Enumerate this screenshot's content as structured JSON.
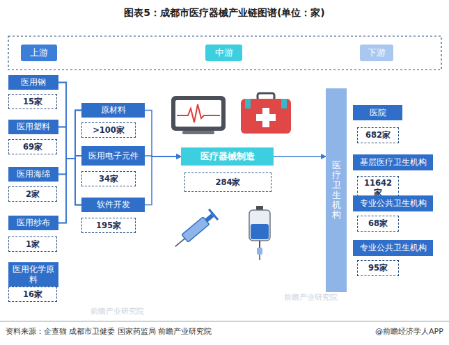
{
  "diagram": {
    "title": "图表5：成都市医疗器械产业链图谱(单位：家)",
    "nodes": [
      {
        "text": [
          "上游"
        ]
      },
      {
        "text": [
          "中游"
        ]
      },
      {
        "text": [
          "下游"
        ]
      },
      {
        "text": [
          "医用钢"
        ]
      },
      {
        "text": [
          "15家"
        ]
      },
      {
        "text": [
          "医用塑料"
        ]
      },
      {
        "text": [
          "69家"
        ]
      },
      {
        "text": [
          "医用海绵"
        ]
      },
      {
        "text": [
          "2家"
        ]
      },
      {
        "text": [
          "医用纱布"
        ]
      },
      {
        "text": [
          "1家"
        ]
      },
      {
        "text": [
          "医用化学原料"
        ]
      },
      {
        "text": [
          "16家"
        ]
      },
      {
        "text": [
          "原材料"
        ]
      },
      {
        "text": [
          ">100家"
        ]
      },
      {
        "text": [
          "医用电子元件"
        ]
      },
      {
        "text": [
          "34家"
        ]
      },
      {
        "text": [
          "软件开发"
        ]
      },
      {
        "text": [
          "195家"
        ]
      },
      {
        "text": [
          "医疗器械制造"
        ]
      },
      {
        "text": [
          "284家"
        ]
      },
      {
        "text": [
          "医疗卫生机构"
        ]
      },
      {
        "text": [
          "医院"
        ]
      },
      {
        "text": [
          "682家"
        ]
      },
      {
        "text": [
          "基层医疗卫生机构"
        ]
      },
      {
        "text": [
          "11642家"
        ]
      },
      {
        "text": [
          "专业公共卫生机构"
        ]
      },
      {
        "text": [
          "68家"
        ]
      },
      {
        "text": [
          "专业公共卫生机构"
        ]
      },
      {
        "text": [
          "95家"
        ]
      }
    ],
    "edges": [
      {
        "from": 3,
        "to": 13,
        "arrow": "none"
      },
      {
        "from": 3,
        "to": 15,
        "arrow": "none"
      },
      {
        "from": 3,
        "to": 17,
        "arrow": "none"
      },
      {
        "from": 5,
        "to": 13,
        "arrow": "none"
      },
      {
        "from": 5,
        "to": 15,
        "arrow": "none"
      },
      {
        "from": 5,
        "to": 17,
        "arrow": "none"
      },
      {
        "from": 7,
        "to": 13,
        "arrow": "none"
      },
      {
        "from": 7,
        "to": 15,
        "arrow": "none"
      },
      {
        "from": 7,
        "to": 17,
        "arrow": "none"
      },
      {
        "from": 9,
        "to": 13,
        "arrow": "none"
      },
      {
        "from": 9,
        "to": 15,
        "arrow": "none"
      },
      {
        "from": 9,
        "to": 17,
        "arrow": "none"
      },
      {
        "from": 13,
        "to": 19,
        "arrow": "to"
      },
      {
        "from": 15,
        "to": 19,
        "arrow": "to"
      },
      {
        "from": 17,
        "to": 19,
        "arrow": "to"
      },
      {
        "from": 19,
        "to": 21,
        "arrow": "to"
      }
    ],
    "labels": [
      "前瞻产业研究院",
      "前瞻产业研究院",
      "资料来源：企查猫 成都市卫健委 国家药监局 前瞻产业研究院",
      "@前瞻经济学人APP"
    ]
  }
}
